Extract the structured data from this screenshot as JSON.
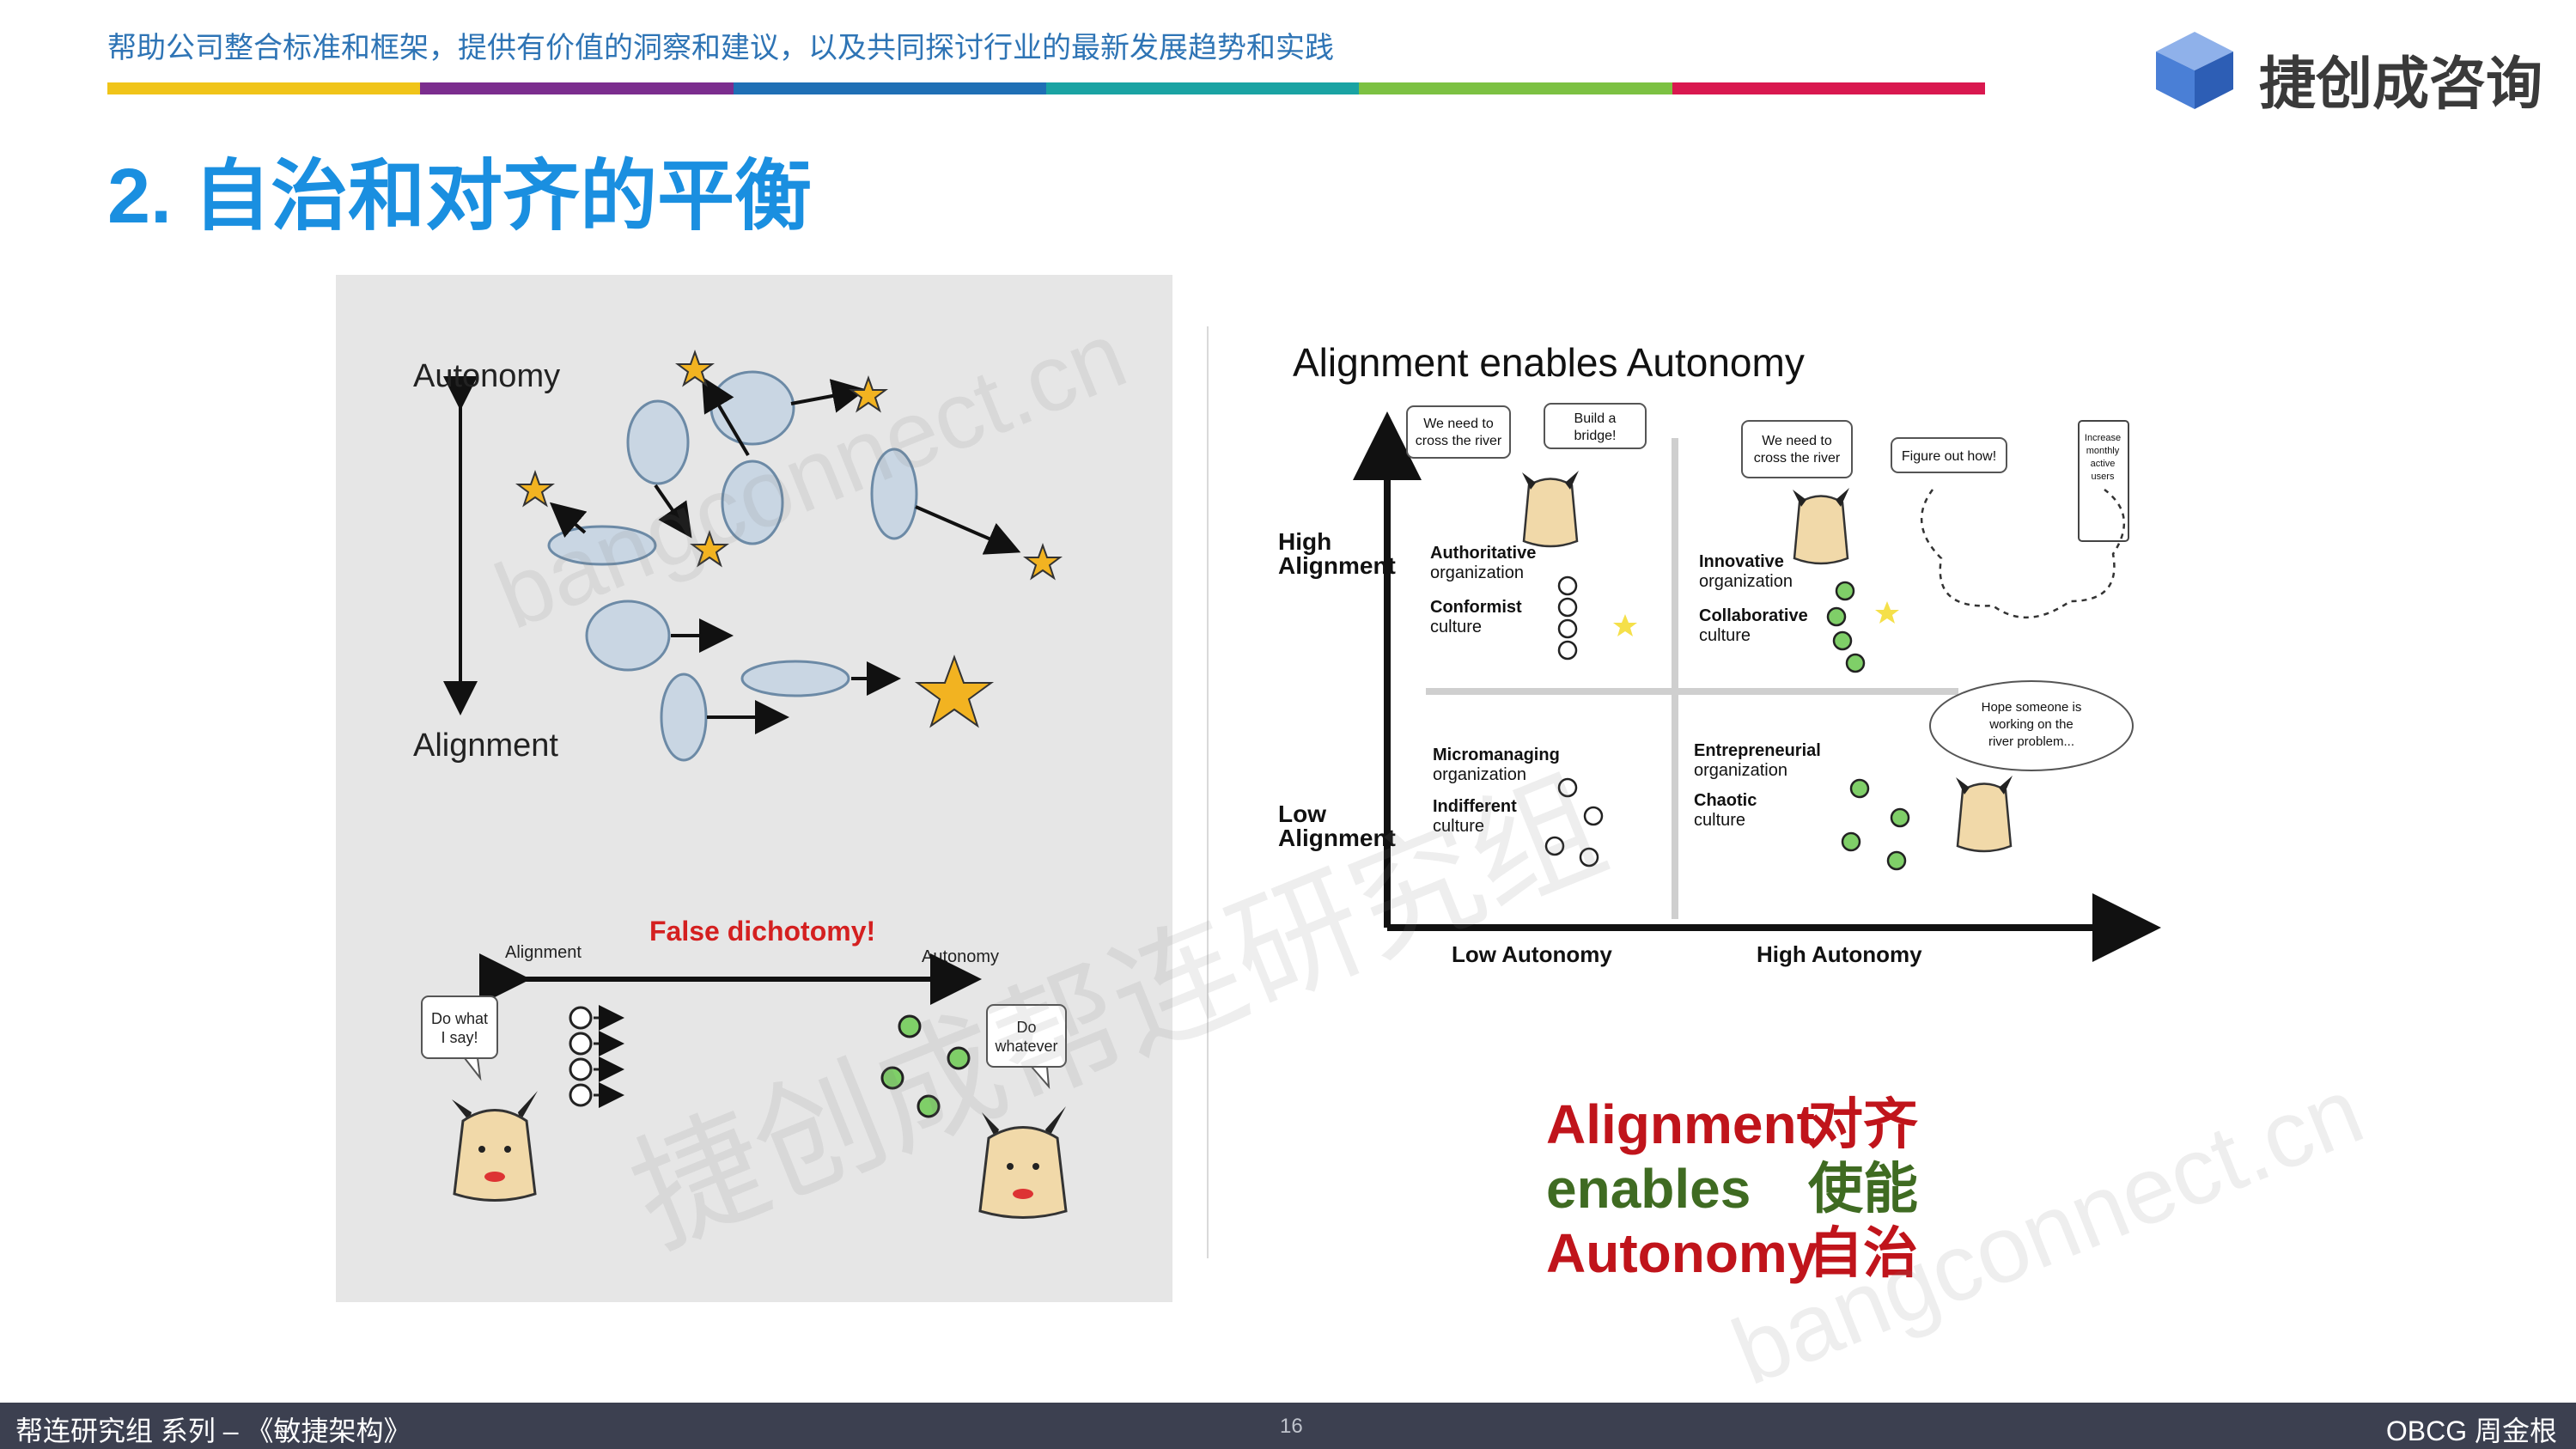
{
  "header": {
    "tagline": "帮助公司整合标准和框架，提供有价值的洞察和建议，以及共同探讨行业的最新发展趋势和实践",
    "stripe_colors": [
      "#f0c419",
      "#7b2d8e",
      "#1f6fb5",
      "#1aa3a3",
      "#7cc142",
      "#d9184f"
    ],
    "logo_text": "捷创成咨询",
    "logo_colors": [
      "#4a7fd6",
      "#8fb1ea",
      "#2d5eb5"
    ]
  },
  "title": "2. 自治和对齐的平衡",
  "left_figure": {
    "axis_top": "Autonomy",
    "axis_bottom": "Alignment",
    "dichotomy_label": "False dichotomy!",
    "scale_left": "Alignment",
    "scale_right": "Autonomy",
    "bubble_left": [
      "Do what",
      "I say!"
    ],
    "bubble_right": [
      "Do",
      "whatever"
    ]
  },
  "right_figure": {
    "title": "Alignment enables Autonomy",
    "y_high": [
      "High",
      "Alignment"
    ],
    "y_low": [
      "Low",
      "Alignment"
    ],
    "x_low": "Low Autonomy",
    "x_high": "High Autonomy",
    "q_tl": [
      "Authoritative",
      "organization",
      "Conformist",
      "culture"
    ],
    "q_tr": [
      "Innovative",
      "organization",
      "Collaborative",
      "culture"
    ],
    "q_bl": [
      "Micromanaging",
      "organization",
      "Indifferent",
      "culture"
    ],
    "q_br": [
      "Entrepreneurial",
      "organization",
      "Chaotic",
      "culture"
    ],
    "bubble_river_1": [
      "We need to",
      "cross the river"
    ],
    "bubble_bridge": [
      "Build a",
      "bridge!"
    ],
    "bubble_river_2": [
      "We need to",
      "cross the river"
    ],
    "bubble_figure": "Figure out how!",
    "scroll_text": [
      "Increase",
      "monthly",
      "active",
      "users"
    ],
    "bubble_hope": [
      "Hope someone is",
      "working on the",
      "river problem..."
    ]
  },
  "summary": {
    "line1_en": "Alignment",
    "line1_zh": "对齐",
    "line2_en": "enables",
    "line2_zh": "使能",
    "line3_en": "Autonomy",
    "line3_zh": "自治",
    "color_red": "#c0141b",
    "color_green": "#3f6b22"
  },
  "watermarks": {
    "domain": "bangconnect.cn",
    "group": "捷创成帮连研究组"
  },
  "footer": {
    "left": "帮连研究组 系列 – 《敏捷架构》",
    "page_number": "16",
    "right": "OBCG 周金根"
  }
}
